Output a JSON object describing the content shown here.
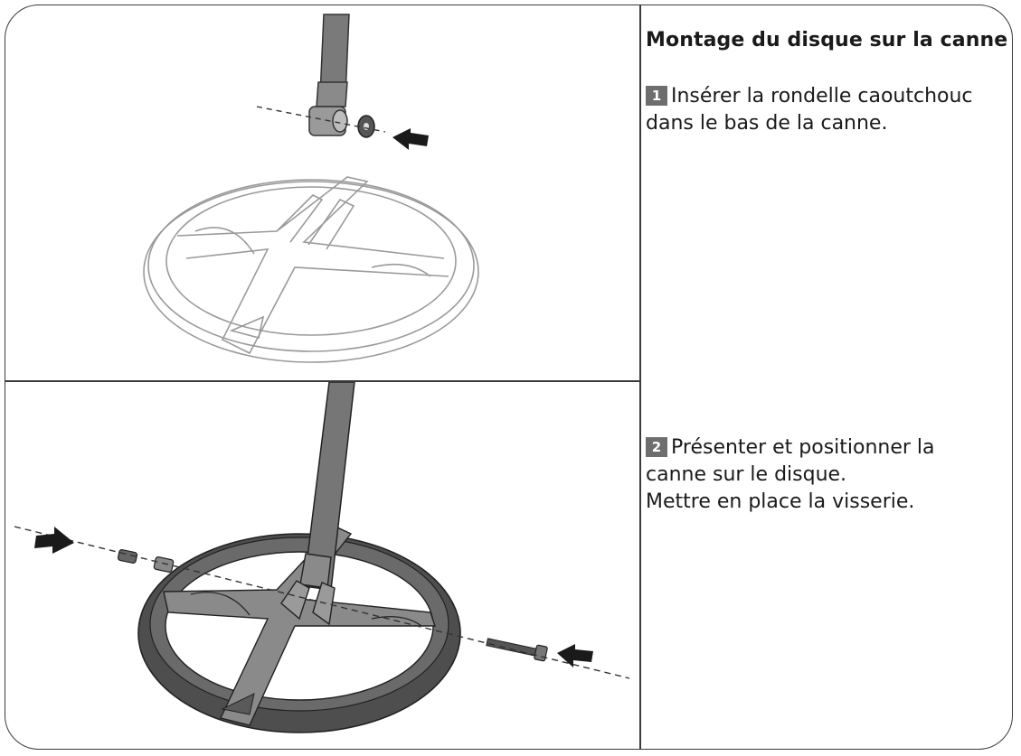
{
  "title": "Montage du disque sur la canne",
  "steps": [
    {
      "number": "1",
      "lines": [
        "Insérer la rondelle caoutchouc",
        "dans le bas de la canne."
      ]
    },
    {
      "number": "2",
      "lines": [
        "Présenter et positionner la",
        "canne sur le disque.",
        "Mettre en place la visserie."
      ]
    }
  ],
  "colors": {
    "border": "#3a3a3a",
    "badge": "#6e6e6e",
    "shaft": "#707070",
    "coil": "#5a5a5a"
  }
}
